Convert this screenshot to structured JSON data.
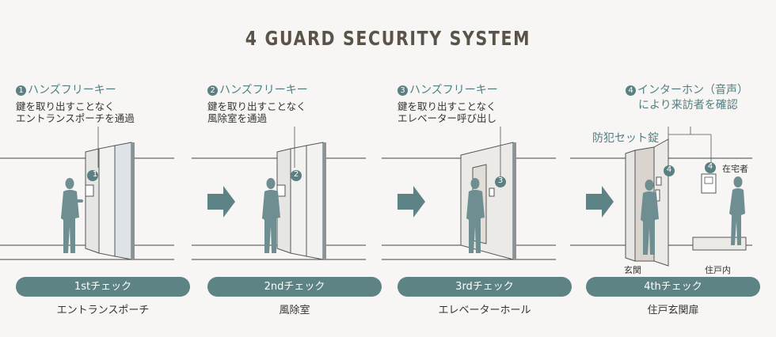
{
  "title": "4 GUARD SECURITY SYSTEM",
  "stages": [
    {
      "number": "1",
      "heading": "ハンズフリーキー",
      "desc_line1": "鍵を取り出すことなく",
      "desc_line2": "エントランスポーチを通過",
      "badge": "1",
      "check": "1stチェック",
      "caption": "エントランスポーチ"
    },
    {
      "number": "2",
      "heading": "ハンズフリーキー",
      "desc_line1": "鍵を取り出すことなく",
      "desc_line2": "風除室を通過",
      "badge": "2",
      "check": "2ndチェック",
      "caption": "風除室"
    },
    {
      "number": "3",
      "heading": "ハンズフリーキー",
      "desc_line1": "鍵を取り出すことなく",
      "desc_line2": "エレベーター呼び出し",
      "badge": "3",
      "check": "3rdチェック",
      "caption": "エレベーターホール"
    },
    {
      "number": "4",
      "heading": "インターホン（音声）",
      "heading_line2": "により来訪者を確認",
      "lock_label": "防犯セット錠",
      "badge": "4",
      "badge2": "4",
      "resident_label": "在宅者",
      "entrance_label": "玄関",
      "inside_label": "住戸内",
      "check": "4thチェック",
      "caption": "住戸玄関扉"
    }
  ],
  "colors": {
    "teal": "#5e8385",
    "teal_text": "#4f7f82",
    "arrow": "#5e8385",
    "figure": "#6f8e91",
    "title": "#5b534a"
  }
}
